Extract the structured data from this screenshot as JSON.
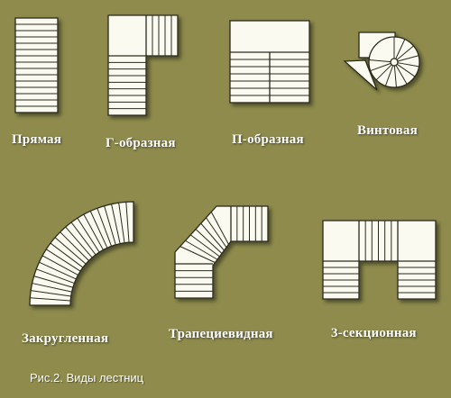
{
  "colors": {
    "background": "#8e8b4c",
    "stair_fill": "#fbfaf0",
    "stair_line": "#2a2a1a",
    "label_text": "#ffffff"
  },
  "stairs": [
    {
      "id": "straight",
      "label": "Прямая"
    },
    {
      "id": "l-shaped",
      "label": "Г-образная"
    },
    {
      "id": "u-shaped",
      "label": "П-образная"
    },
    {
      "id": "spiral",
      "label": "Винтовая"
    },
    {
      "id": "curved",
      "label": "Закругленная"
    },
    {
      "id": "trapezoid",
      "label": "Трапециевидная"
    },
    {
      "id": "three-section",
      "label": "3-секционная"
    }
  ],
  "caption": "Рис.2. Виды лестниц"
}
